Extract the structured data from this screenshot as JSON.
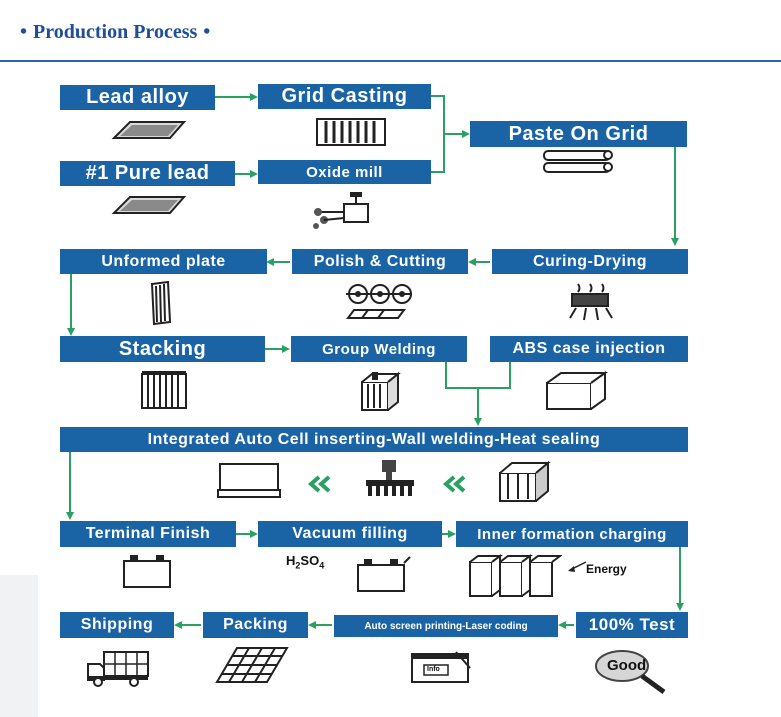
{
  "header": {
    "title": "Production Process",
    "bullet": "•"
  },
  "steps": {
    "lead_alloy": "Lead alloy",
    "grid_casting": "Grid Casting",
    "pure_lead": "#1 Pure lead",
    "oxide_mill": "Oxide mill",
    "paste_on_grid": "Paste On Grid",
    "unformed_plate": "Unformed plate",
    "polish_cutting": "Polish & Cutting",
    "curing_drying": "Curing-Drying",
    "stacking": "Stacking",
    "group_welding": "Group Welding",
    "abs_case": "ABS case injection",
    "integrated": "Integrated Auto Cell inserting-Wall welding-Heat sealing",
    "terminal_finish": "Terminal Finish",
    "vacuum_filling": "Vacuum filling",
    "inner_formation": "Inner formation charging",
    "shipping": "Shipping",
    "packing": "Packing",
    "auto_screen": "Auto screen printing-Laser coding",
    "test": "100% Test"
  },
  "labels": {
    "h2so4_h": "H",
    "h2so4_2": "2",
    "h2so4_so": "SO",
    "h2so4_4": "4",
    "energy": "Energy",
    "info": "Info",
    "good": "Good",
    "chevron": "<<"
  },
  "colors": {
    "box": "#1a64a6",
    "arrow": "#2aa162",
    "header": "#1e4f96"
  }
}
